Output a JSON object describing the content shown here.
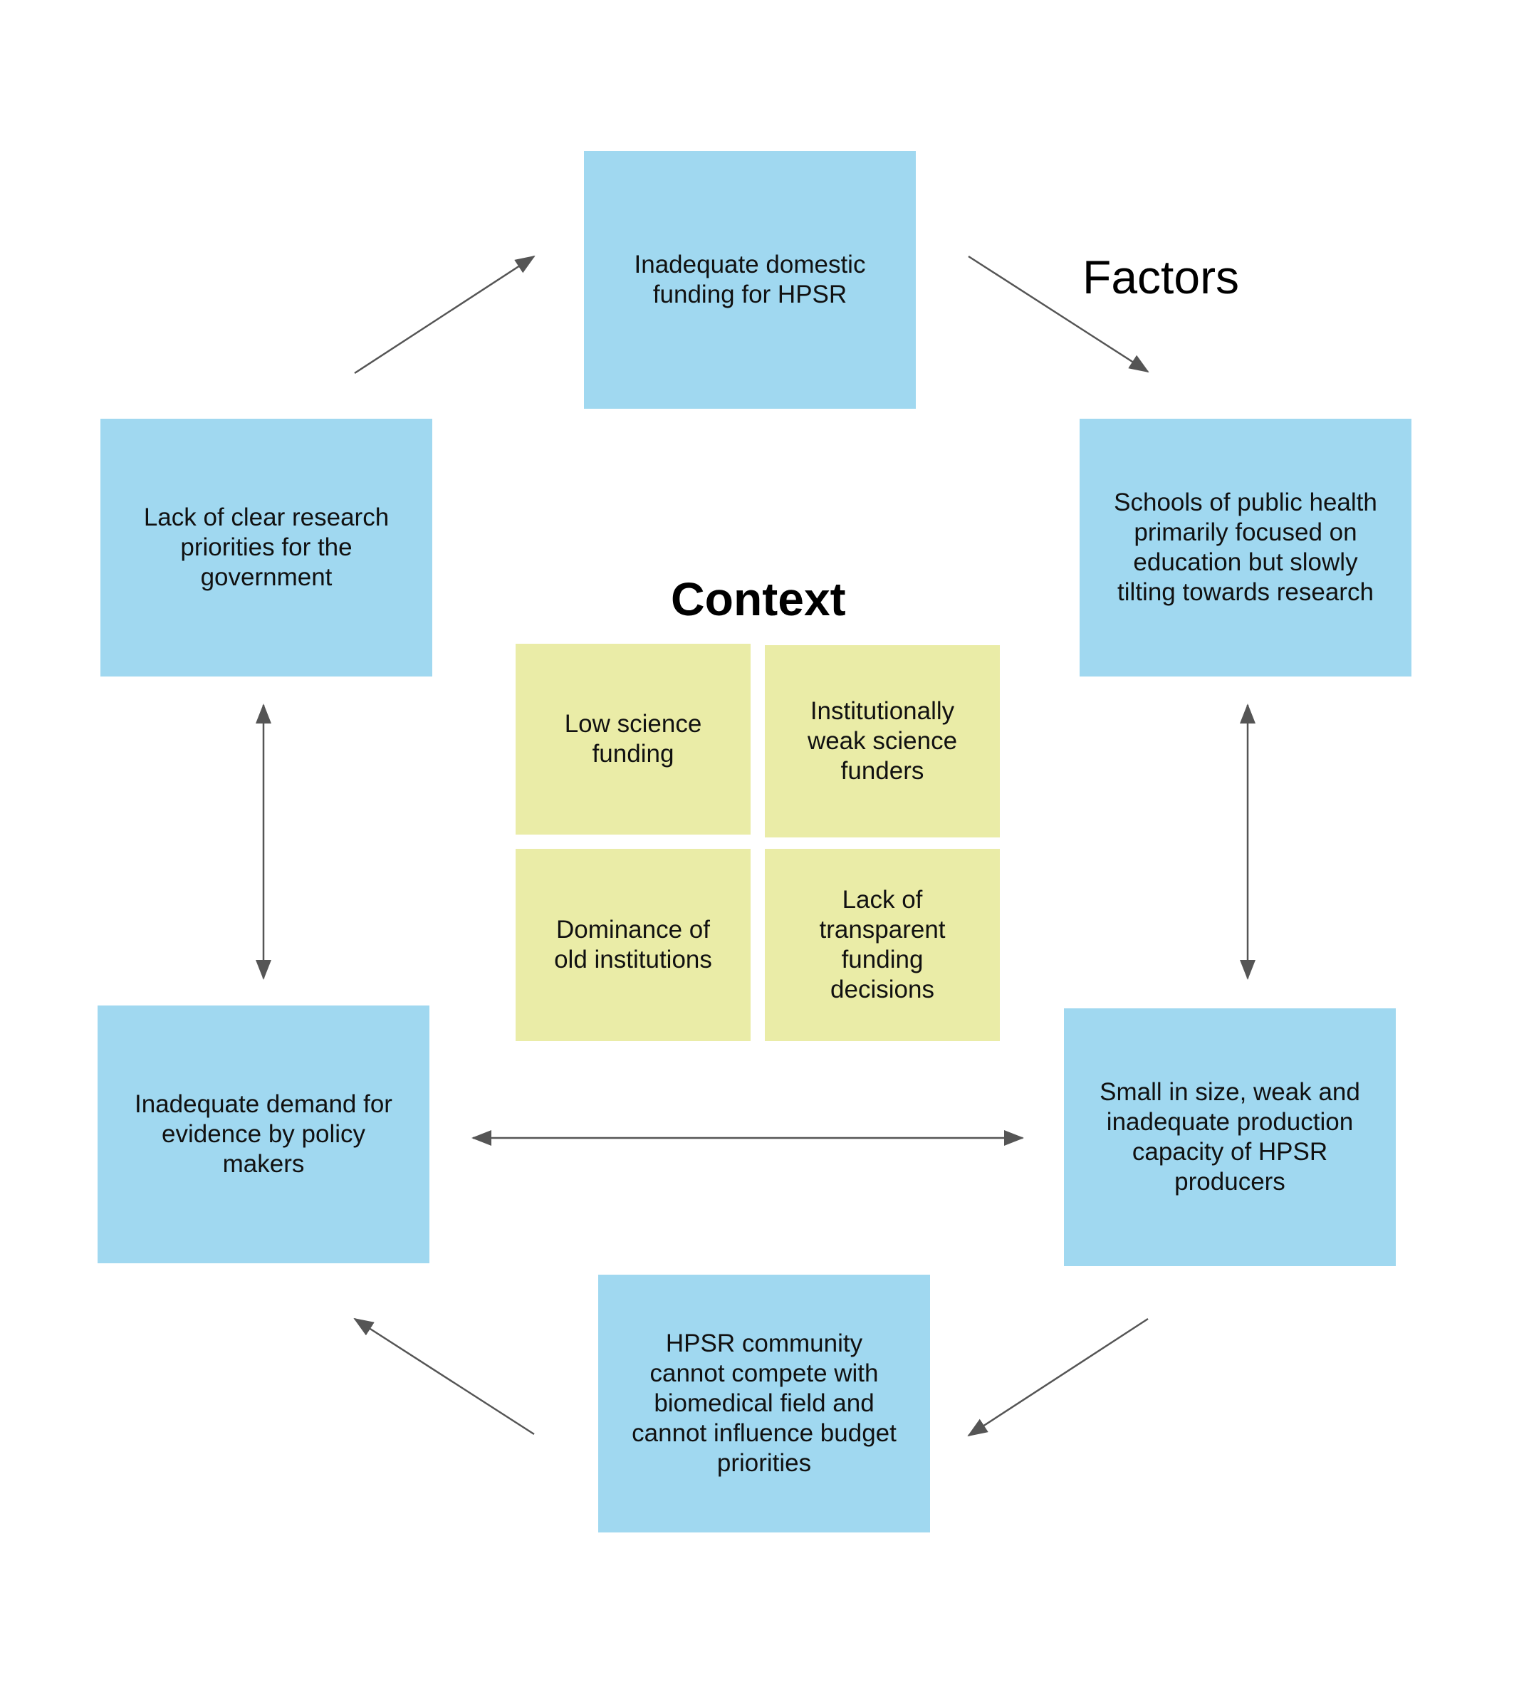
{
  "headings": {
    "factors": "Factors",
    "context": "Context"
  },
  "factors": {
    "top": "Inadequate domestic funding for HPSR",
    "top_right": "Schools of public health primarily focused on education but slowly tilting towards research",
    "top_left": "Lack of clear research priorities for the government",
    "bottom_left": "Inadequate demand for evidence by policy makers",
    "bottom_right": "Small in size, weak and inadequate production capacity of HPSR producers",
    "bottom": "HPSR community cannot compete with biomedical field and cannot influence budget priorities"
  },
  "context_items": {
    "top_left": "Low science funding",
    "top_right": "Institutionally weak science funders",
    "bottom_left": "Dominance of old institutions",
    "bottom_right": "Lack of transparent funding decisions"
  },
  "colors": {
    "factor_box": "#a0d8f0",
    "context_box": "#eaeca7",
    "arrow": "#555555"
  }
}
